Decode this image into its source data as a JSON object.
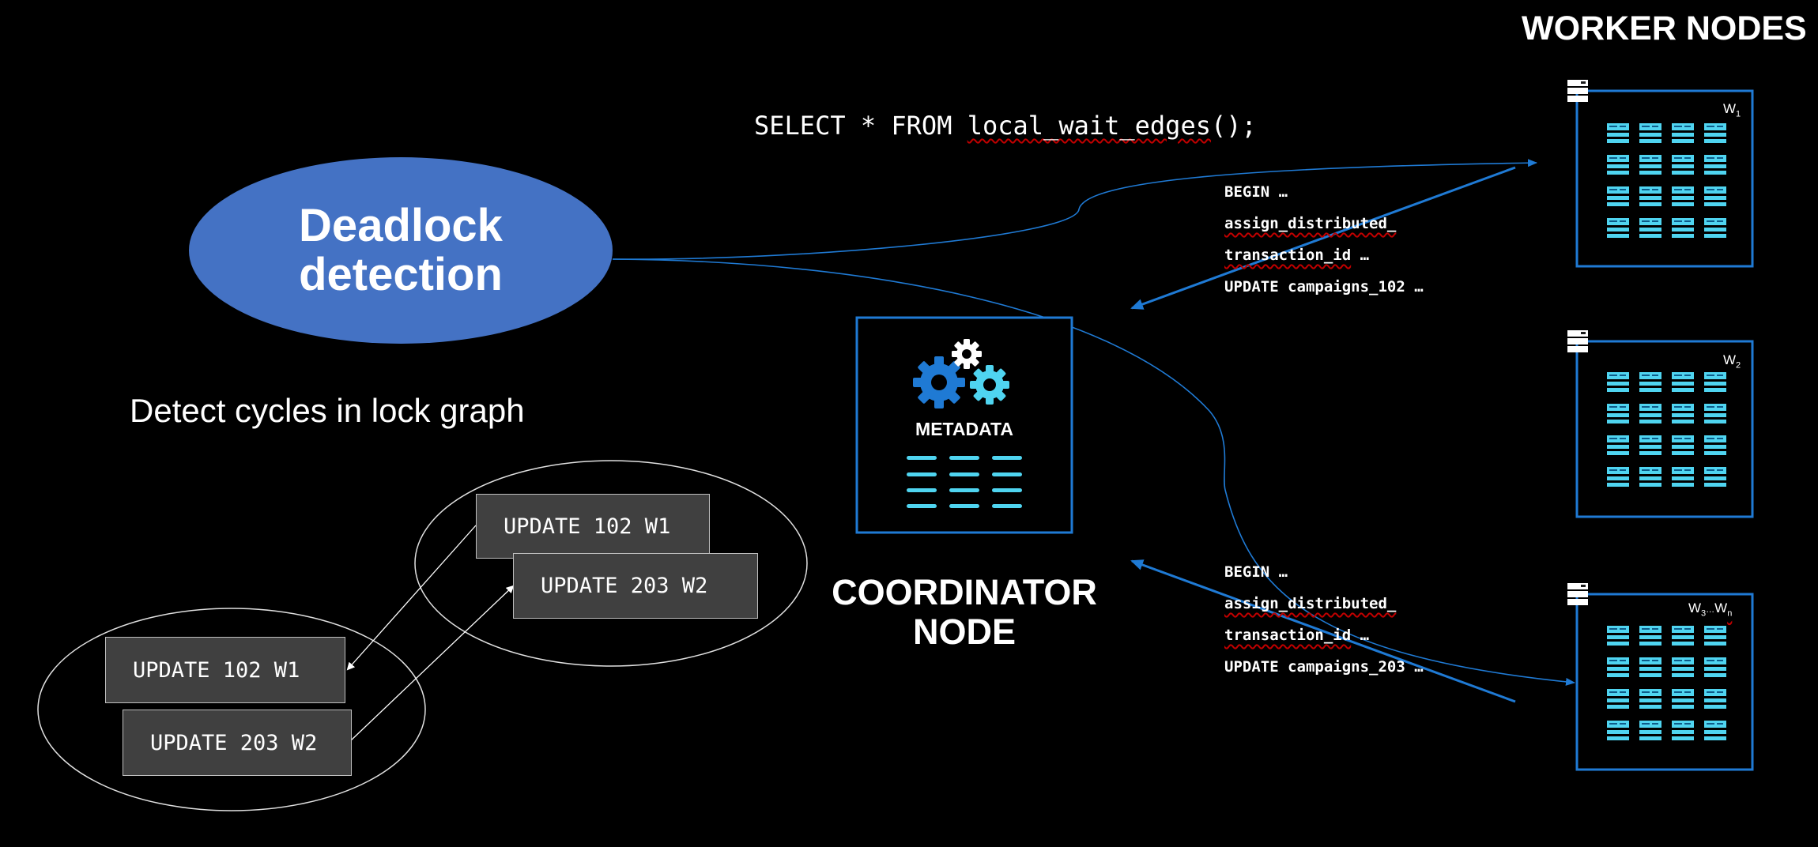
{
  "colors": {
    "background": "#000000",
    "ellipse_fill": "#4472c4",
    "accent_blue": "#1f7ad4",
    "cyan": "#4fd4f0",
    "box_fill": "#404040",
    "white": "#ffffff"
  },
  "deadlock": {
    "title_line1": "Deadlock",
    "title_line2": "detection",
    "subtitle": "Detect cycles in lock graph"
  },
  "query": {
    "prefix": "SELECT * FROM ",
    "function": "local_wait_edges",
    "suffix": "();"
  },
  "lock_graph": {
    "upper_group": [
      "UPDATE 102 W1",
      "UPDATE 203 W2"
    ],
    "lower_group": [
      "UPDATE 102 W1",
      "UPDATE 203 W2"
    ]
  },
  "coordinator": {
    "metadata_label": "METADATA",
    "title_line1": "COORDINATOR",
    "title_line2": "NODE"
  },
  "workers": {
    "title": "WORKER NODES",
    "w1": {
      "base": "W",
      "sub": "1"
    },
    "w2": {
      "base": "W",
      "sub": "2"
    },
    "w3": {
      "base": "W",
      "sub_a": "3",
      "dots": "…",
      "base_b": "W",
      "sub_b": "n"
    }
  },
  "tx_top": {
    "begin": "BEGIN …",
    "assign": "assign_distributed_",
    "txid_word": "transaction_id",
    "txid_rest": " …",
    "update": "UPDATE campaigns_102 …"
  },
  "tx_bottom": {
    "begin": "BEGIN …",
    "assign": "assign_distributed_",
    "txid_word": "transaction_id",
    "txid_rest": " …",
    "update": "UPDATE campaigns_203 …"
  }
}
